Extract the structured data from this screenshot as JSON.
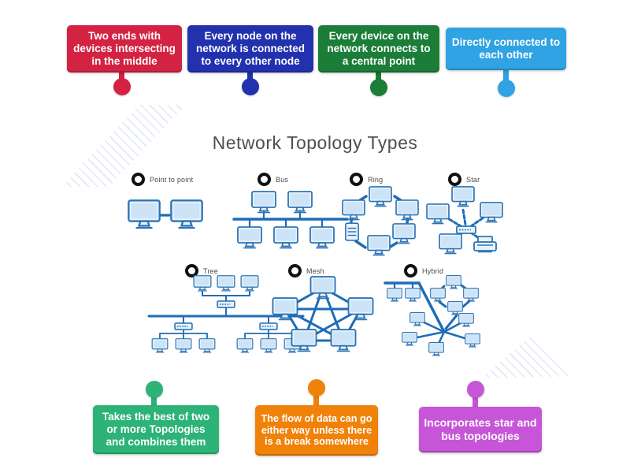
{
  "title": "Network Topology Types",
  "top_labels": [
    {
      "text": "Two ends with devices intersecting in the middle",
      "color": "#d42342"
    },
    {
      "text": "Every node on the network is connected to every other node",
      "color": "#2231ae"
    },
    {
      "text": "Every device on the network connects to a central point",
      "color": "#1b7d37"
    },
    {
      "text": "Directly connected to each other",
      "color": "#2fa3e3"
    }
  ],
  "bottom_labels": [
    {
      "text": "Takes the best of two or more Topologies and combines them",
      "color": "#2db377"
    },
    {
      "text": "The flow of data can go either way unless there is a break somewhere",
      "color": "#f0820a"
    },
    {
      "text": "Incorporates star and bus topologies",
      "color": "#c655d8"
    }
  ],
  "diagram": {
    "topologies": [
      {
        "name": "Point to point"
      },
      {
        "name": "Bus"
      },
      {
        "name": "Ring"
      },
      {
        "name": "Star"
      },
      {
        "name": "Tree"
      },
      {
        "name": "Mesh"
      },
      {
        "name": "Hybrid"
      }
    ],
    "pin_icon": "circle-pin"
  },
  "colors": {
    "line": "#1e6db6",
    "device_fill": "#e8f2fb",
    "device_screen": "#cde4f6",
    "device_stroke": "#2e74b5",
    "title_text": "#4f4f4f",
    "pin_ring": "#101010",
    "label_text": "#ffffff"
  }
}
